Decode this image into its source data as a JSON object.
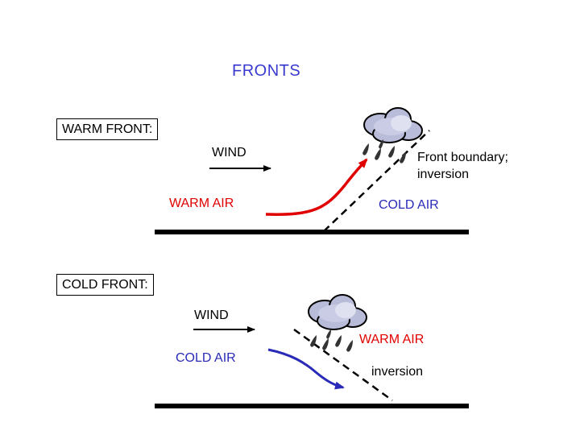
{
  "title": "FRONTS",
  "warm_front": {
    "box_label": "WARM FRONT:",
    "wind_label": "WIND",
    "warm_air_label": "WARM AIR",
    "boundary_label_line1": "Front boundary;",
    "boundary_label_line2": "inversion",
    "cold_air_label": "COLD AIR"
  },
  "cold_front": {
    "box_label": "COLD FRONT:",
    "wind_label": "WIND",
    "warm_air_label": "WARM AIR",
    "cold_air_label": "COLD AIR",
    "inversion_label": "inversion"
  },
  "colors": {
    "title": "#3a3ad0",
    "warm_arrow": "#e00000",
    "cold_arrow": "#2a2ab8",
    "cloud": "#b8bcd8",
    "rain": "#333333"
  },
  "icons": [
    "cloud-icon",
    "rain-drops-icon",
    "wind-arrow-icon"
  ]
}
